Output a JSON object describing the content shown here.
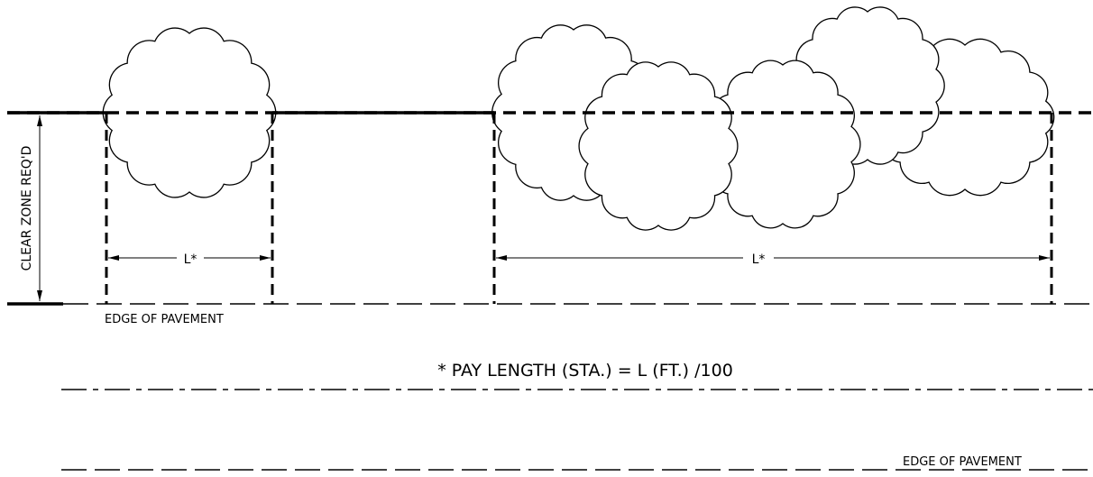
{
  "labels": {
    "clear_zone": "CLEAR ZONE REQ'D",
    "width_left": "L*",
    "width_right": "L*",
    "edge_of_pavement_top": "EDGE OF PAVEMENT",
    "pay_length_note": "* PAY LENGTH (STA.) = L (FT.) /100",
    "edge_of_pavement_bottom": "EDGE OF PAVEMENT"
  },
  "colors": {
    "line": "#000000",
    "background": "#ffffff"
  }
}
